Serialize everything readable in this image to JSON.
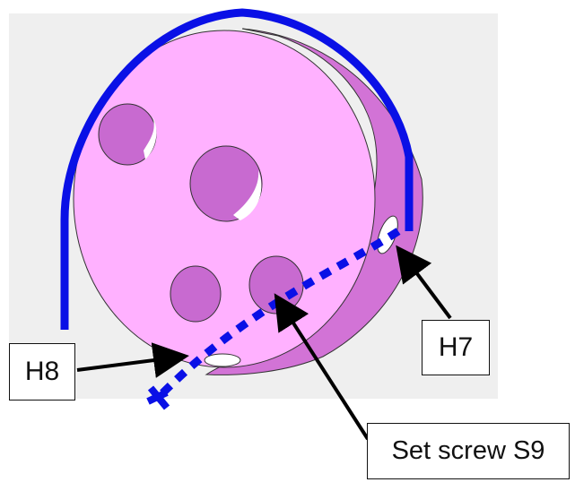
{
  "labels": {
    "h8": "H8",
    "h7": "H7",
    "set_screw": "Set screw S9"
  },
  "colors": {
    "background_panel": "#efefef",
    "body_fill": "#ffb1ff",
    "body_side": "#d273d6",
    "hole_fill": "#c86ad0",
    "blue_line": "#0a10e6",
    "arrow": "#000000"
  }
}
